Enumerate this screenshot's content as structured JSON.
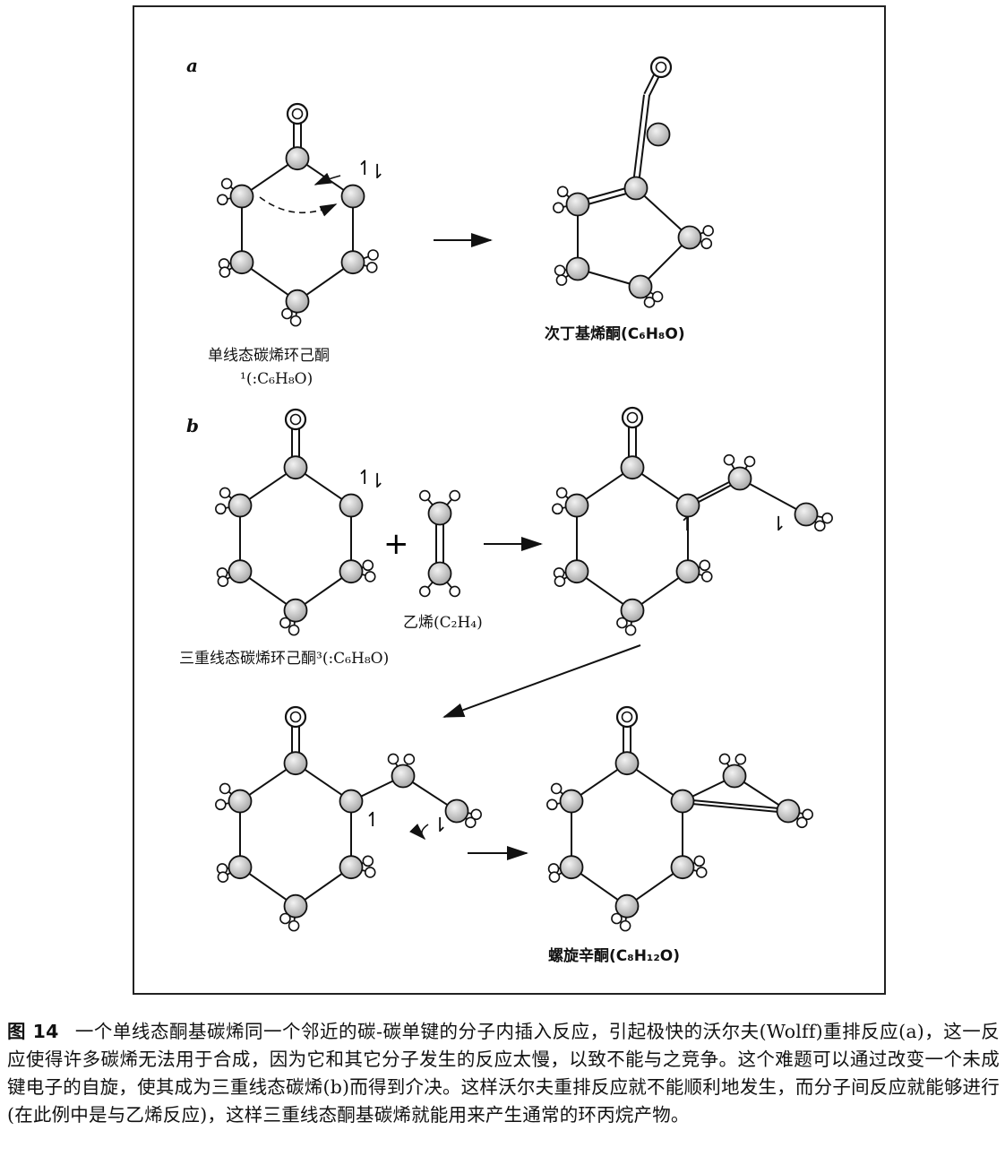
{
  "panels": {
    "a": {
      "label": "a",
      "reactant": "单线态碳烯环己酮",
      "reactant_formula": "¹(:C₆H₈O)",
      "product": "次丁基烯酮(C₆H₈O)"
    },
    "b": {
      "label": "b",
      "reactant": "三重线态碳烯环己酮³(:C₆H₈O)",
      "reagent": "乙烯(C₂H₄)",
      "plus": "+",
      "product": "螺旋辛酮(C₈H₁₂O)"
    }
  },
  "caption": {
    "figure_number": "图 14",
    "text": "一个单线态酮基碳烯同一个邻近的碳-碳单键的分子内插入反应，引起极快的沃尔夫(Wolff)重排反应(a)，这一反应使得许多碳烯无法用于合成，因为它和其它分子发生的反应太慢，以致不能与之竞争。这个难题可以通过改变一个未成键电子的自旋，使其成为三重线态碳烯(b)而得到介决。这样沃尔夫重排反应就不能顺利地发生，而分子间反应就能够进行(在此例中是与乙烯反应)，这样三重线态酮基碳烯就能用来产生通常的环丙烷产物。"
  },
  "colors": {
    "ink": "#111111",
    "atom_fill": "#cfcfcf"
  }
}
